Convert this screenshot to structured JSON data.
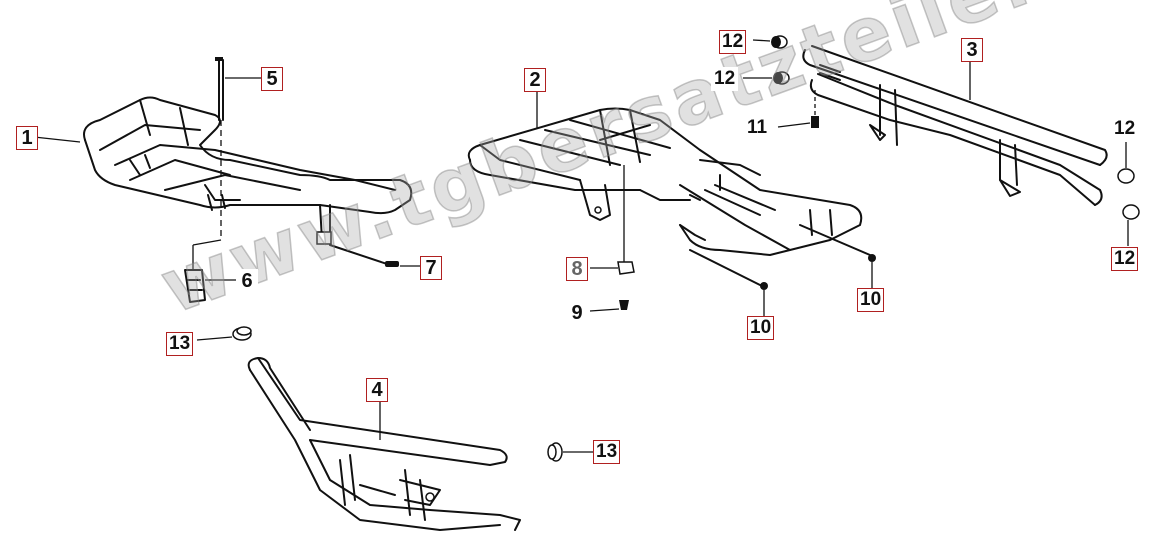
{
  "diagram": {
    "watermark": "www.tgbersatzteile.de",
    "callouts": [
      {
        "id": "c1",
        "label": "1"
      },
      {
        "id": "c2",
        "label": "2"
      },
      {
        "id": "c3",
        "label": "3"
      },
      {
        "id": "c4",
        "label": "4"
      },
      {
        "id": "c5",
        "label": "5"
      },
      {
        "id": "c6",
        "label": "6"
      },
      {
        "id": "c7",
        "label": "7"
      },
      {
        "id": "c8",
        "label": "8"
      },
      {
        "id": "c9",
        "label": "9"
      },
      {
        "id": "c10a",
        "label": "10"
      },
      {
        "id": "c10b",
        "label": "10"
      },
      {
        "id": "c11",
        "label": "11"
      },
      {
        "id": "c12a",
        "label": "12"
      },
      {
        "id": "c12b",
        "label": "12"
      },
      {
        "id": "c12c",
        "label": "12"
      },
      {
        "id": "c12d",
        "label": "12"
      },
      {
        "id": "c13a",
        "label": "13"
      },
      {
        "id": "c13b",
        "label": "13"
      }
    ]
  }
}
